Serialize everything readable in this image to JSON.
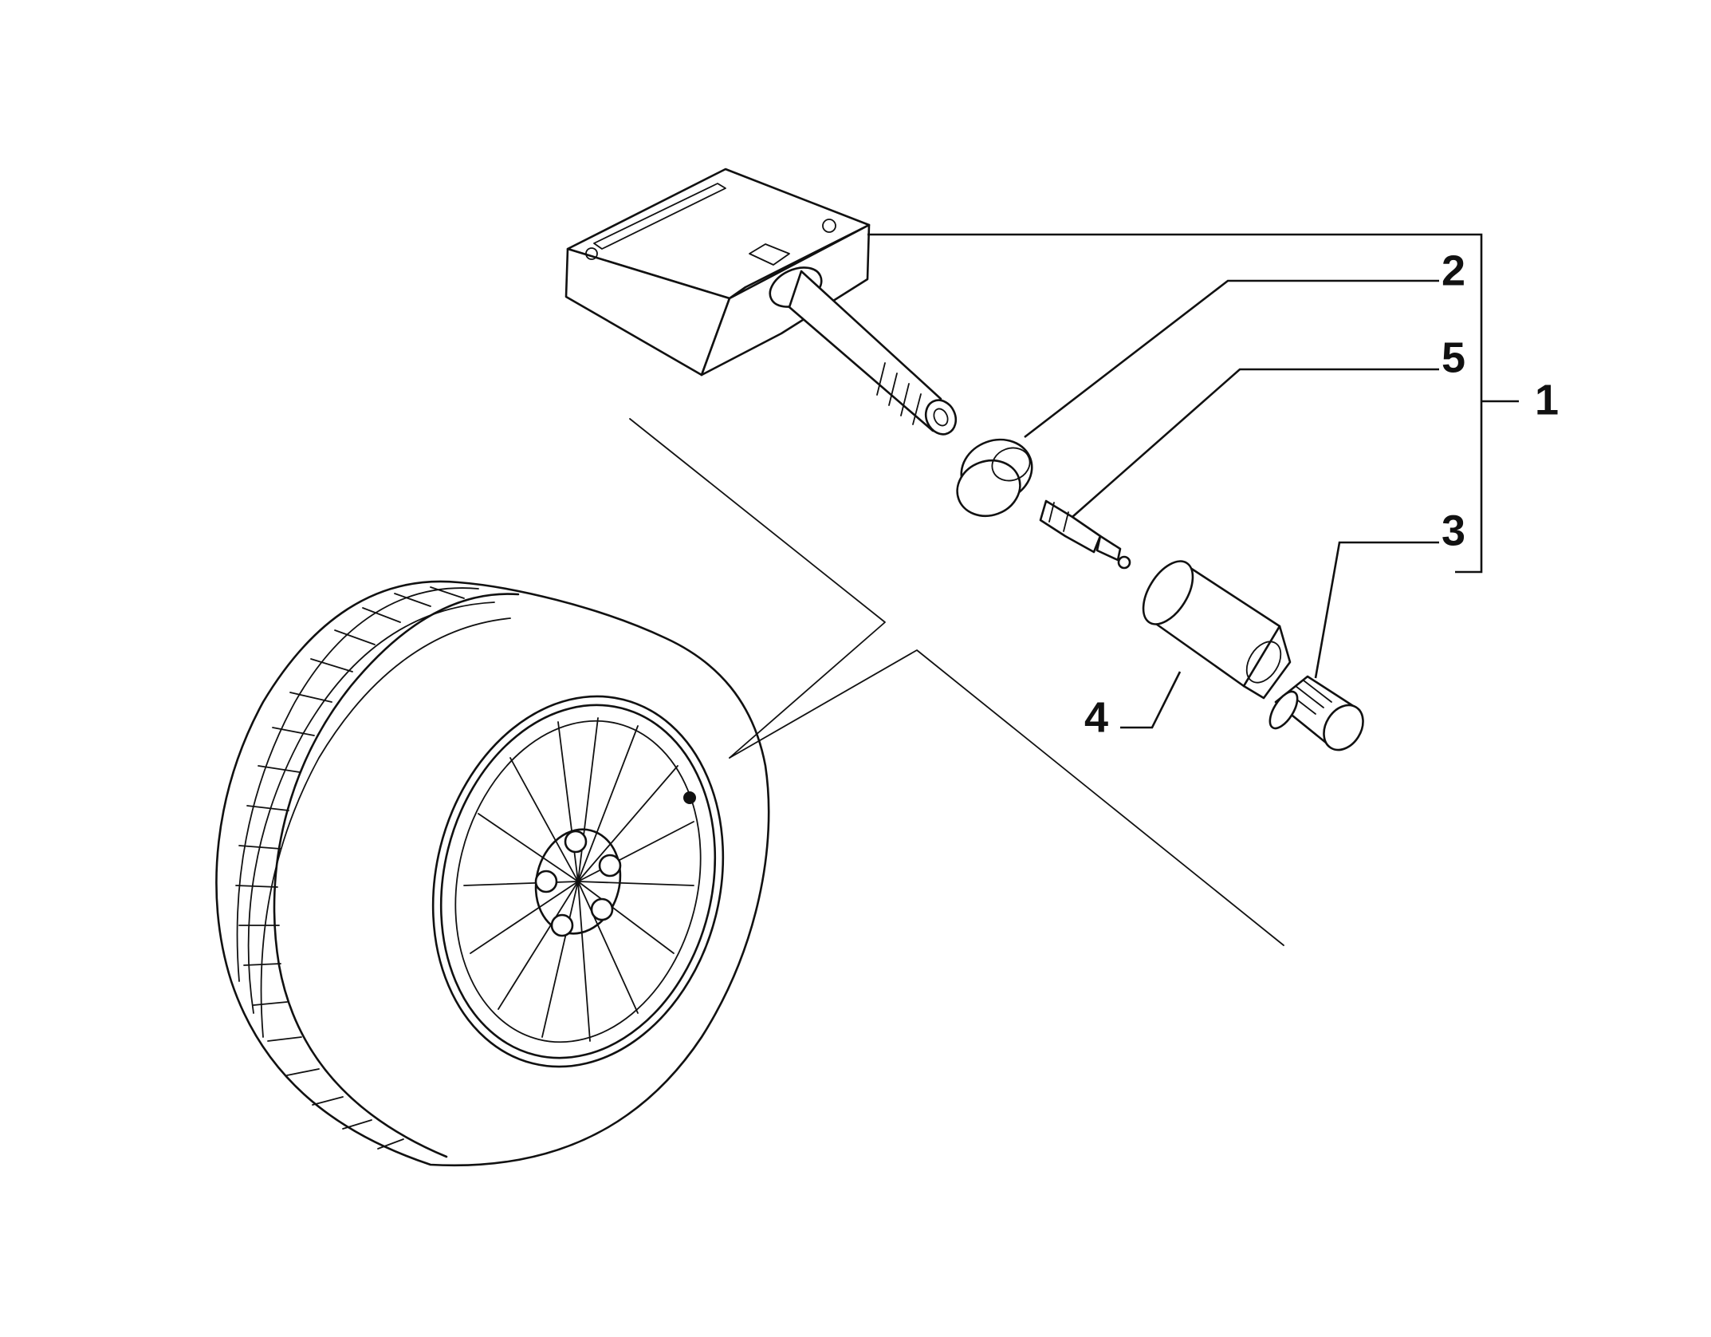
{
  "diagram": {
    "callouts": [
      {
        "id": "1",
        "label": "1"
      },
      {
        "id": "2",
        "label": "2"
      },
      {
        "id": "3",
        "label": "3"
      },
      {
        "id": "4",
        "label": "4"
      },
      {
        "id": "5",
        "label": "5"
      }
    ],
    "parts": [
      {
        "name": "tire-pressure-sensor",
        "icon": "tpms-sensor-icon",
        "callout": "1"
      },
      {
        "name": "grommet-seal",
        "icon": "grommet-icon",
        "callout": "2"
      },
      {
        "name": "valve-cap",
        "icon": "valve-cap-icon",
        "callout": "3"
      },
      {
        "name": "valve-nut",
        "icon": "nut-icon",
        "callout": "4"
      },
      {
        "name": "valve-core",
        "icon": "valve-core-icon",
        "callout": "5"
      },
      {
        "name": "wheel-assembly",
        "icon": "wheel-icon"
      }
    ],
    "line_color": "#111111",
    "background": "#ffffff"
  }
}
